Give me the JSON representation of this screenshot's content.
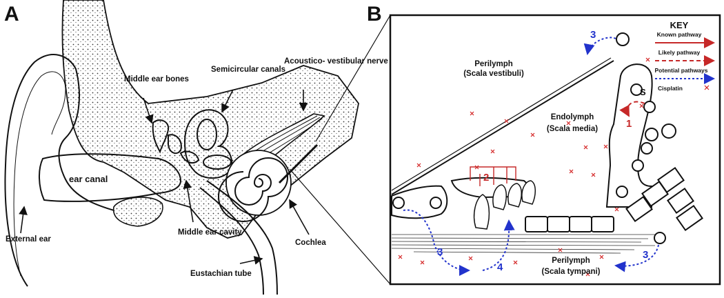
{
  "panels": {
    "a": "A",
    "b": "B"
  },
  "panel_a": {
    "external_ear": "External ear",
    "ear_canal": "ear canal",
    "middle_ear_bones": "Middle ear bones",
    "semicircular_canals": "Semicircular canals",
    "acoustico_nerve": "Acoustico- vestibular nerve",
    "middle_ear_cavity": "Middle ear cavity",
    "eustachian_tube": "Eustachian tube",
    "cochlea": "Cochlea"
  },
  "panel_b": {
    "perilymph_top": "Perilymph",
    "scala_vestibuli": "(Scala vestibuli)",
    "endolymph": "Endolymph",
    "scala_media": "(Scala media)",
    "perilymph_bottom": "Perilymph",
    "scala_tympani": "(Scala tympani)",
    "s_label": "S",
    "pathway_numbers": {
      "one": "1",
      "two": "2",
      "three": "3",
      "four": "4"
    }
  },
  "key": {
    "title": "KEY",
    "known": "Known pathway",
    "likely": "Likely pathway",
    "potential": "Potential pathways",
    "cisplatin": "Cisplatin"
  },
  "colors": {
    "known": "#c62828",
    "potential": "#2233cc",
    "cisplatin": "#d32020",
    "line": "#111111"
  }
}
